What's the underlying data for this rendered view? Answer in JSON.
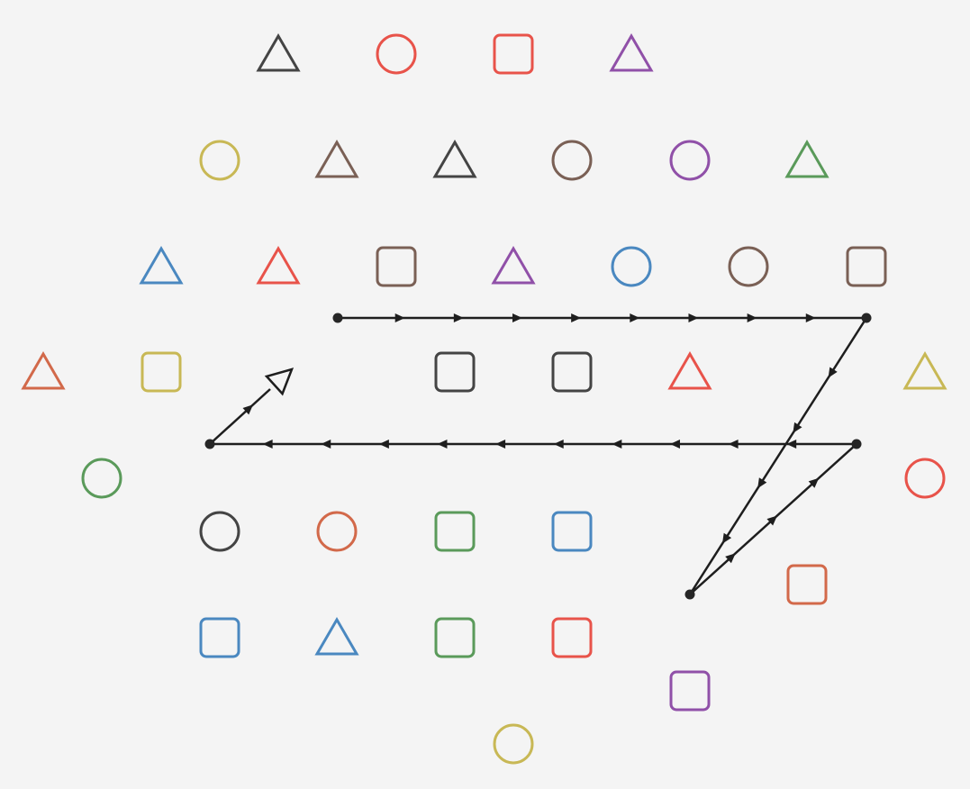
{
  "colors": {
    "red": "#e8534a",
    "orange": "#d2694a",
    "yellow": "#c8b855",
    "green": "#5a9a5a",
    "blue": "#4a88c0",
    "purple": "#9050a8",
    "brown": "#7a6055",
    "dark": "#444444",
    "line": "#1e1e1e"
  },
  "shapes": [
    {
      "type": "triangle",
      "color": "dark"
    },
    {
      "type": "circle",
      "color": "red"
    },
    {
      "type": "square",
      "color": "red"
    },
    {
      "type": "triangle",
      "color": "purple"
    },
    {
      "type": "circle",
      "color": "yellow"
    },
    {
      "type": "triangle",
      "color": "brown"
    },
    {
      "type": "triangle",
      "color": "dark"
    },
    {
      "type": "circle",
      "color": "brown"
    },
    {
      "type": "circle",
      "color": "purple"
    },
    {
      "type": "triangle",
      "color": "green"
    },
    {
      "type": "triangle",
      "color": "blue"
    },
    {
      "type": "triangle",
      "color": "red"
    },
    {
      "type": "square",
      "color": "brown"
    },
    {
      "type": "triangle",
      "color": "purple"
    },
    {
      "type": "circle",
      "color": "blue"
    },
    {
      "type": "circle",
      "color": "brown"
    },
    {
      "type": "square",
      "color": "brown"
    },
    {
      "type": "triangle",
      "color": "orange"
    },
    {
      "type": "square",
      "color": "yellow"
    },
    {
      "type": "square",
      "color": "dark"
    },
    {
      "type": "square",
      "color": "dark"
    },
    {
      "type": "triangle",
      "color": "red"
    },
    {
      "type": "triangle",
      "color": "yellow"
    },
    {
      "type": "circle",
      "color": "green"
    },
    {
      "type": "circle",
      "color": "red"
    },
    {
      "type": "circle",
      "color": "dark"
    },
    {
      "type": "circle",
      "color": "orange"
    },
    {
      "type": "square",
      "color": "green"
    },
    {
      "type": "square",
      "color": "blue"
    },
    {
      "type": "square",
      "color": "orange"
    },
    {
      "type": "square",
      "color": "blue"
    },
    {
      "type": "triangle",
      "color": "blue"
    },
    {
      "type": "square",
      "color": "green"
    },
    {
      "type": "square",
      "color": "red"
    },
    {
      "type": "square",
      "color": "purple"
    },
    {
      "type": "circle",
      "color": "yellow"
    }
  ]
}
